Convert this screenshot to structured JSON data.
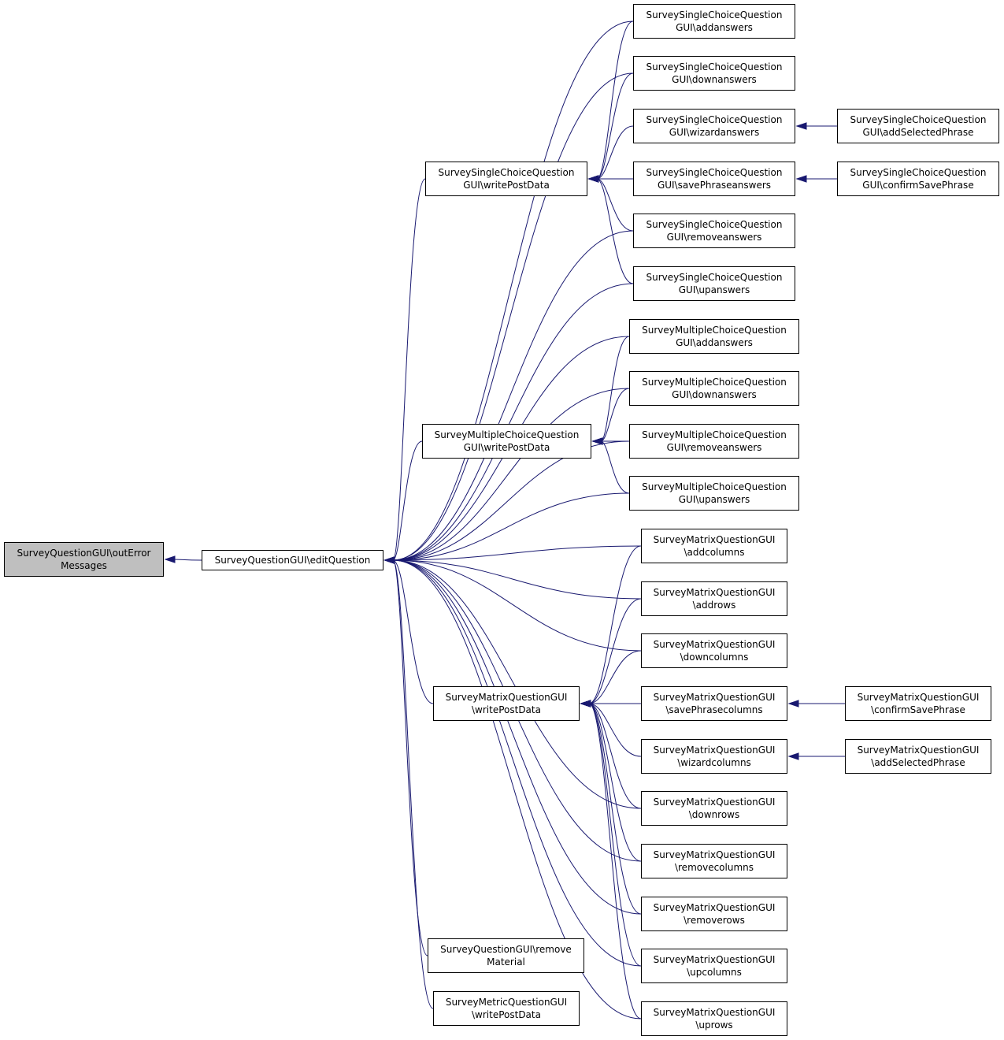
{
  "nodes": [
    {
      "id": "outError",
      "lines": [
        "SurveyQuestionGUI\\outError",
        "Messages"
      ],
      "highlighted": true
    },
    {
      "id": "editQuestion",
      "lines": [
        "SurveyQuestionGUI\\editQuestion"
      ]
    },
    {
      "id": "sc_write",
      "lines": [
        "SurveySingleChoiceQuestion",
        "GUI\\writePostData"
      ]
    },
    {
      "id": "mc_write",
      "lines": [
        "SurveyMultipleChoiceQuestion",
        "GUI\\writePostData"
      ]
    },
    {
      "id": "mx_write",
      "lines": [
        "SurveyMatrixQuestionGUI",
        "\\writePostData"
      ]
    },
    {
      "id": "removeMaterial",
      "lines": [
        "SurveyQuestionGUI\\remove",
        "Material"
      ]
    },
    {
      "id": "metric_write",
      "lines": [
        "SurveyMetricQuestionGUI",
        "\\writePostData"
      ]
    },
    {
      "id": "sc_add",
      "lines": [
        "SurveySingleChoiceQuestion",
        "GUI\\addanswers"
      ]
    },
    {
      "id": "sc_down",
      "lines": [
        "SurveySingleChoiceQuestion",
        "GUI\\downanswers"
      ]
    },
    {
      "id": "sc_wizard",
      "lines": [
        "SurveySingleChoiceQuestion",
        "GUI\\wizardanswers"
      ]
    },
    {
      "id": "sc_save",
      "lines": [
        "SurveySingleChoiceQuestion",
        "GUI\\savePhraseanswers"
      ]
    },
    {
      "id": "sc_remove",
      "lines": [
        "SurveySingleChoiceQuestion",
        "GUI\\removeanswers"
      ]
    },
    {
      "id": "sc_up",
      "lines": [
        "SurveySingleChoiceQuestion",
        "GUI\\upanswers"
      ]
    },
    {
      "id": "sc_addSel",
      "lines": [
        "SurveySingleChoiceQuestion",
        "GUI\\addSelectedPhrase"
      ]
    },
    {
      "id": "sc_confirm",
      "lines": [
        "SurveySingleChoiceQuestion",
        "GUI\\confirmSavePhrase"
      ]
    },
    {
      "id": "mc_add",
      "lines": [
        "SurveyMultipleChoiceQuestion",
        "GUI\\addanswers"
      ]
    },
    {
      "id": "mc_down",
      "lines": [
        "SurveyMultipleChoiceQuestion",
        "GUI\\downanswers"
      ]
    },
    {
      "id": "mc_remove",
      "lines": [
        "SurveyMultipleChoiceQuestion",
        "GUI\\removeanswers"
      ]
    },
    {
      "id": "mc_up",
      "lines": [
        "SurveyMultipleChoiceQuestion",
        "GUI\\upanswers"
      ]
    },
    {
      "id": "mx_addcol",
      "lines": [
        "SurveyMatrixQuestionGUI",
        "\\addcolumns"
      ]
    },
    {
      "id": "mx_addrows",
      "lines": [
        "SurveyMatrixQuestionGUI",
        "\\addrows"
      ]
    },
    {
      "id": "mx_downcol",
      "lines": [
        "SurveyMatrixQuestionGUI",
        "\\downcolumns"
      ]
    },
    {
      "id": "mx_savecol",
      "lines": [
        "SurveyMatrixQuestionGUI",
        "\\savePhrasecolumns"
      ]
    },
    {
      "id": "mx_wizcol",
      "lines": [
        "SurveyMatrixQuestionGUI",
        "\\wizardcolumns"
      ]
    },
    {
      "id": "mx_downrows",
      "lines": [
        "SurveyMatrixQuestionGUI",
        "\\downrows"
      ]
    },
    {
      "id": "mx_remcol",
      "lines": [
        "SurveyMatrixQuestionGUI",
        "\\removecolumns"
      ]
    },
    {
      "id": "mx_remrows",
      "lines": [
        "SurveyMatrixQuestionGUI",
        "\\removerows"
      ]
    },
    {
      "id": "mx_upcol",
      "lines": [
        "SurveyMatrixQuestionGUI",
        "\\upcolumns"
      ]
    },
    {
      "id": "mx_uprows",
      "lines": [
        "SurveyMatrixQuestionGUI",
        "\\uprows"
      ]
    },
    {
      "id": "mx_confirm",
      "lines": [
        "SurveyMatrixQuestionGUI",
        "\\confirmSavePhrase"
      ]
    },
    {
      "id": "mx_addSel",
      "lines": [
        "SurveyMatrixQuestionGUI",
        "\\addSelectedPhrase"
      ]
    }
  ],
  "edges": [
    [
      "editQuestion",
      "outError"
    ],
    [
      "sc_add",
      "editQuestion"
    ],
    [
      "sc_down",
      "editQuestion"
    ],
    [
      "sc_remove",
      "editQuestion"
    ],
    [
      "sc_up",
      "editQuestion"
    ],
    [
      "sc_write",
      "editQuestion"
    ],
    [
      "mc_add",
      "editQuestion"
    ],
    [
      "mc_down",
      "editQuestion"
    ],
    [
      "mc_write",
      "editQuestion"
    ],
    [
      "mc_remove",
      "editQuestion"
    ],
    [
      "mc_up",
      "editQuestion"
    ],
    [
      "mx_addcol",
      "editQuestion"
    ],
    [
      "mx_addrows",
      "editQuestion"
    ],
    [
      "mx_downcol",
      "editQuestion"
    ],
    [
      "mx_write",
      "editQuestion"
    ],
    [
      "mx_downrows",
      "editQuestion"
    ],
    [
      "mx_remcol",
      "editQuestion"
    ],
    [
      "mx_remrows",
      "editQuestion"
    ],
    [
      "mx_upcol",
      "editQuestion"
    ],
    [
      "mx_uprows",
      "editQuestion"
    ],
    [
      "removeMaterial",
      "editQuestion"
    ],
    [
      "metric_write",
      "editQuestion"
    ],
    [
      "sc_add",
      "sc_write"
    ],
    [
      "sc_down",
      "sc_write"
    ],
    [
      "sc_wizard",
      "sc_write"
    ],
    [
      "sc_save",
      "sc_write"
    ],
    [
      "sc_remove",
      "sc_write"
    ],
    [
      "sc_up",
      "sc_write"
    ],
    [
      "sc_addSel",
      "sc_wizard"
    ],
    [
      "sc_confirm",
      "sc_save"
    ],
    [
      "mc_add",
      "mc_write"
    ],
    [
      "mc_down",
      "mc_write"
    ],
    [
      "mc_remove",
      "mc_write"
    ],
    [
      "mc_up",
      "mc_write"
    ],
    [
      "mx_addcol",
      "mx_write"
    ],
    [
      "mx_addrows",
      "mx_write"
    ],
    [
      "mx_downcol",
      "mx_write"
    ],
    [
      "mx_savecol",
      "mx_write"
    ],
    [
      "mx_wizcol",
      "mx_write"
    ],
    [
      "mx_downrows",
      "mx_write"
    ],
    [
      "mx_remcol",
      "mx_write"
    ],
    [
      "mx_remrows",
      "mx_write"
    ],
    [
      "mx_upcol",
      "mx_write"
    ],
    [
      "mx_uprows",
      "mx_write"
    ],
    [
      "mx_confirm",
      "mx_savecol"
    ],
    [
      "mx_addSel",
      "mx_wizcol"
    ]
  ],
  "colors": {
    "edge": "#191970",
    "highlight_fill": "#bfbfbf",
    "border": "#000000"
  }
}
